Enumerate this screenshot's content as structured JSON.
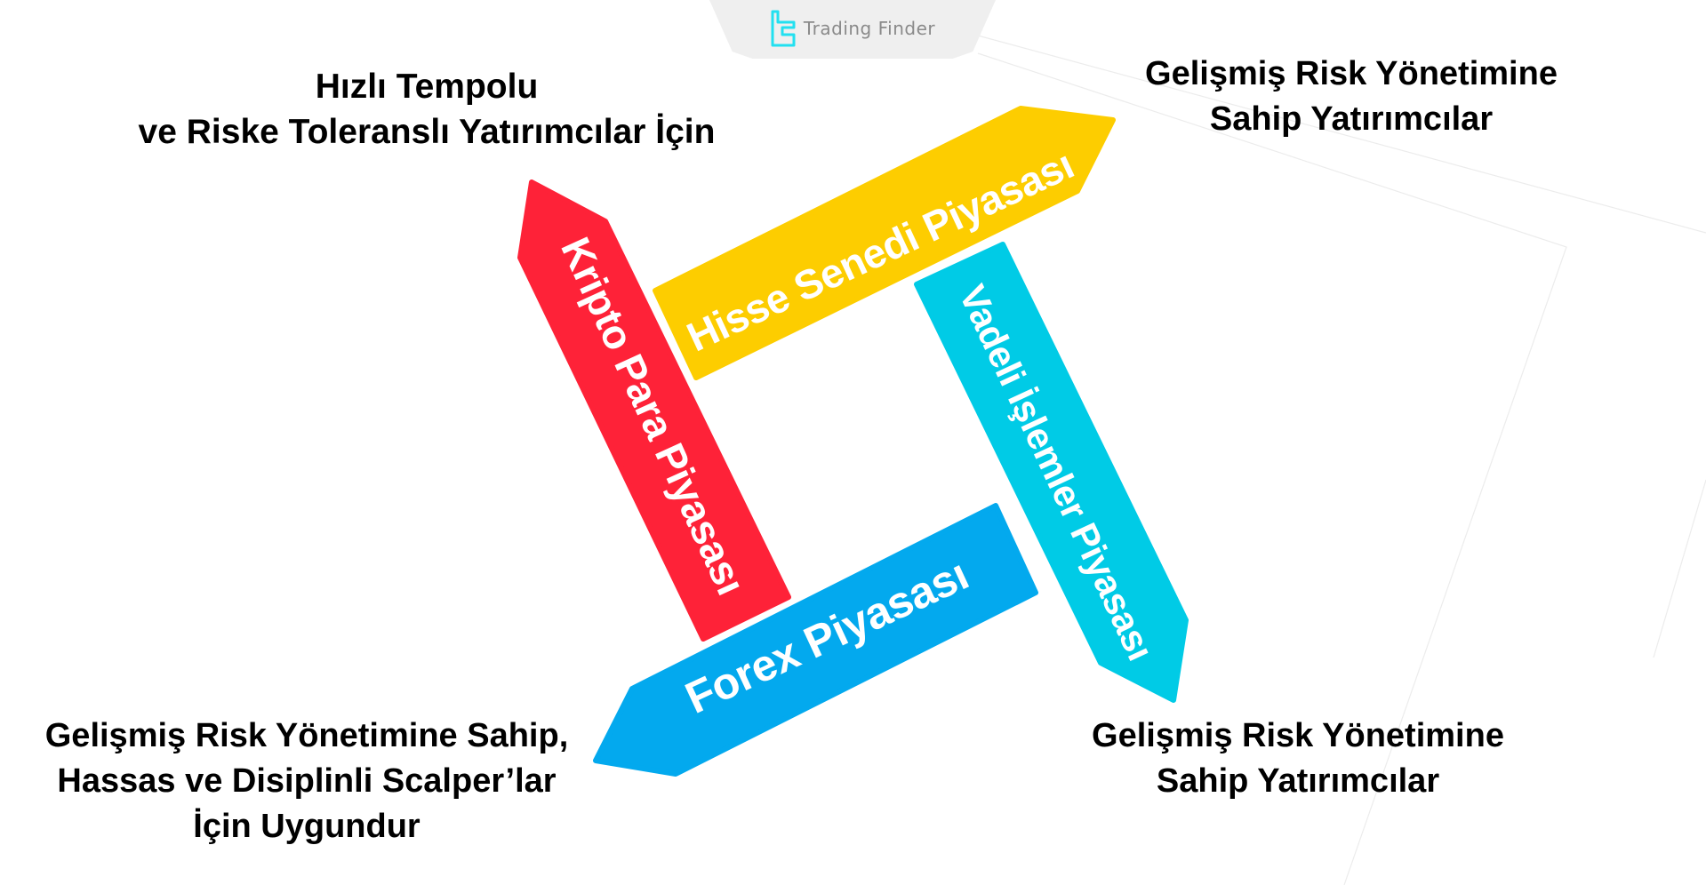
{
  "brand": {
    "name": "Trading Finder",
    "logo_icon": "trading-finder-logo-icon",
    "accent_color": "#22e0f0"
  },
  "markets": [
    {
      "id": "crypto",
      "label": "Kripto Para Piyasası",
      "color": "#fe2238",
      "caption_lines": [
        "Hızlı Tempolu",
        "ve Riske Toleranslı Yatırımcılar İçin"
      ]
    },
    {
      "id": "stock",
      "label": "Hisse Senedi Piyasası",
      "color": "#fdcd00",
      "caption_lines": [
        "Gelişmiş Risk Yönetimine",
        "Sahip Yatırımcılar"
      ]
    },
    {
      "id": "futures",
      "label": "Vadeli İşlemler Piyasası",
      "color": "#00cbe6",
      "caption_lines": [
        "Gelişmiş Risk Yönetimine",
        "Sahip Yatırımcılar"
      ]
    },
    {
      "id": "forex",
      "label": "Forex Piyasası",
      "color": "#03a9ee",
      "caption_lines": [
        "Gelişmiş Risk Yönetimine Sahip,",
        "Hassas ve Disiplinli Scalper’lar",
        "İçin Uygundur"
      ]
    }
  ]
}
